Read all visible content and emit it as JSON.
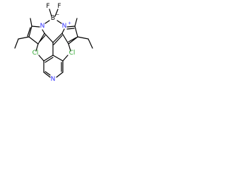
{
  "molecule": {
    "atoms": {
      "fluorine_left": "F",
      "fluorine_right": "F",
      "boron": "B",
      "boron_charge": "−",
      "nitrogen_left": "N",
      "nitrogen_right": "N",
      "nitrogen_charge": "+",
      "chlorine_left": "Cl",
      "chlorine_right": "Cl",
      "nitrogen_pyridine": "N"
    },
    "colors": {
      "bond": "#000000",
      "carbon": "#000000",
      "nitrogen": "#3333ff",
      "chlorine": "#33aa33",
      "fluorine": "#000000",
      "boron": "#000000"
    }
  }
}
